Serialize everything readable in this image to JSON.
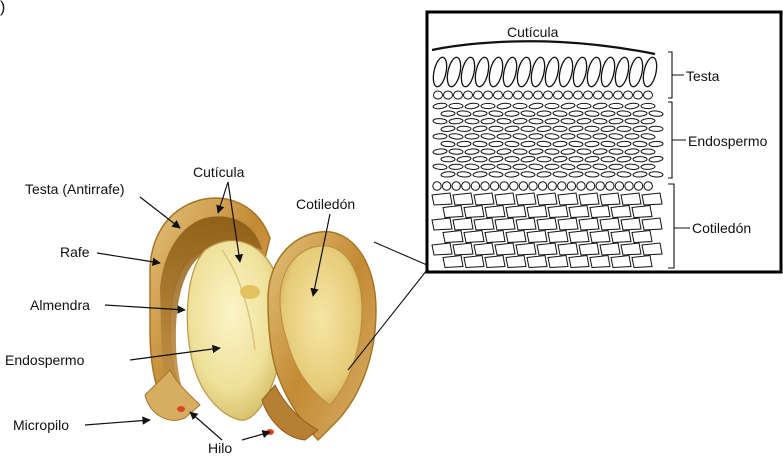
{
  "corner_mark": ")",
  "photo_labels": {
    "testa_antirrafe": "Testa (Antirrafe)",
    "cuticula": "Cutícula",
    "cotiledon": "Cotiledón",
    "rafe": "Rafe",
    "almendra": "Almendra",
    "endospermo": "Endospermo",
    "micropilo": "Micropilo",
    "hilo": "Hilo"
  },
  "inset_labels": {
    "cuticula": "Cutícula",
    "testa": "Testa",
    "endospermo": "Endospermo",
    "cotiledon": "Cotiledón"
  },
  "colors": {
    "shell_outer": "#c9a35a",
    "shell_inner": "#a9731e",
    "almond": "#f2e7a6",
    "cotyledon": "#ecd58a",
    "hilum": "#d9461f"
  }
}
